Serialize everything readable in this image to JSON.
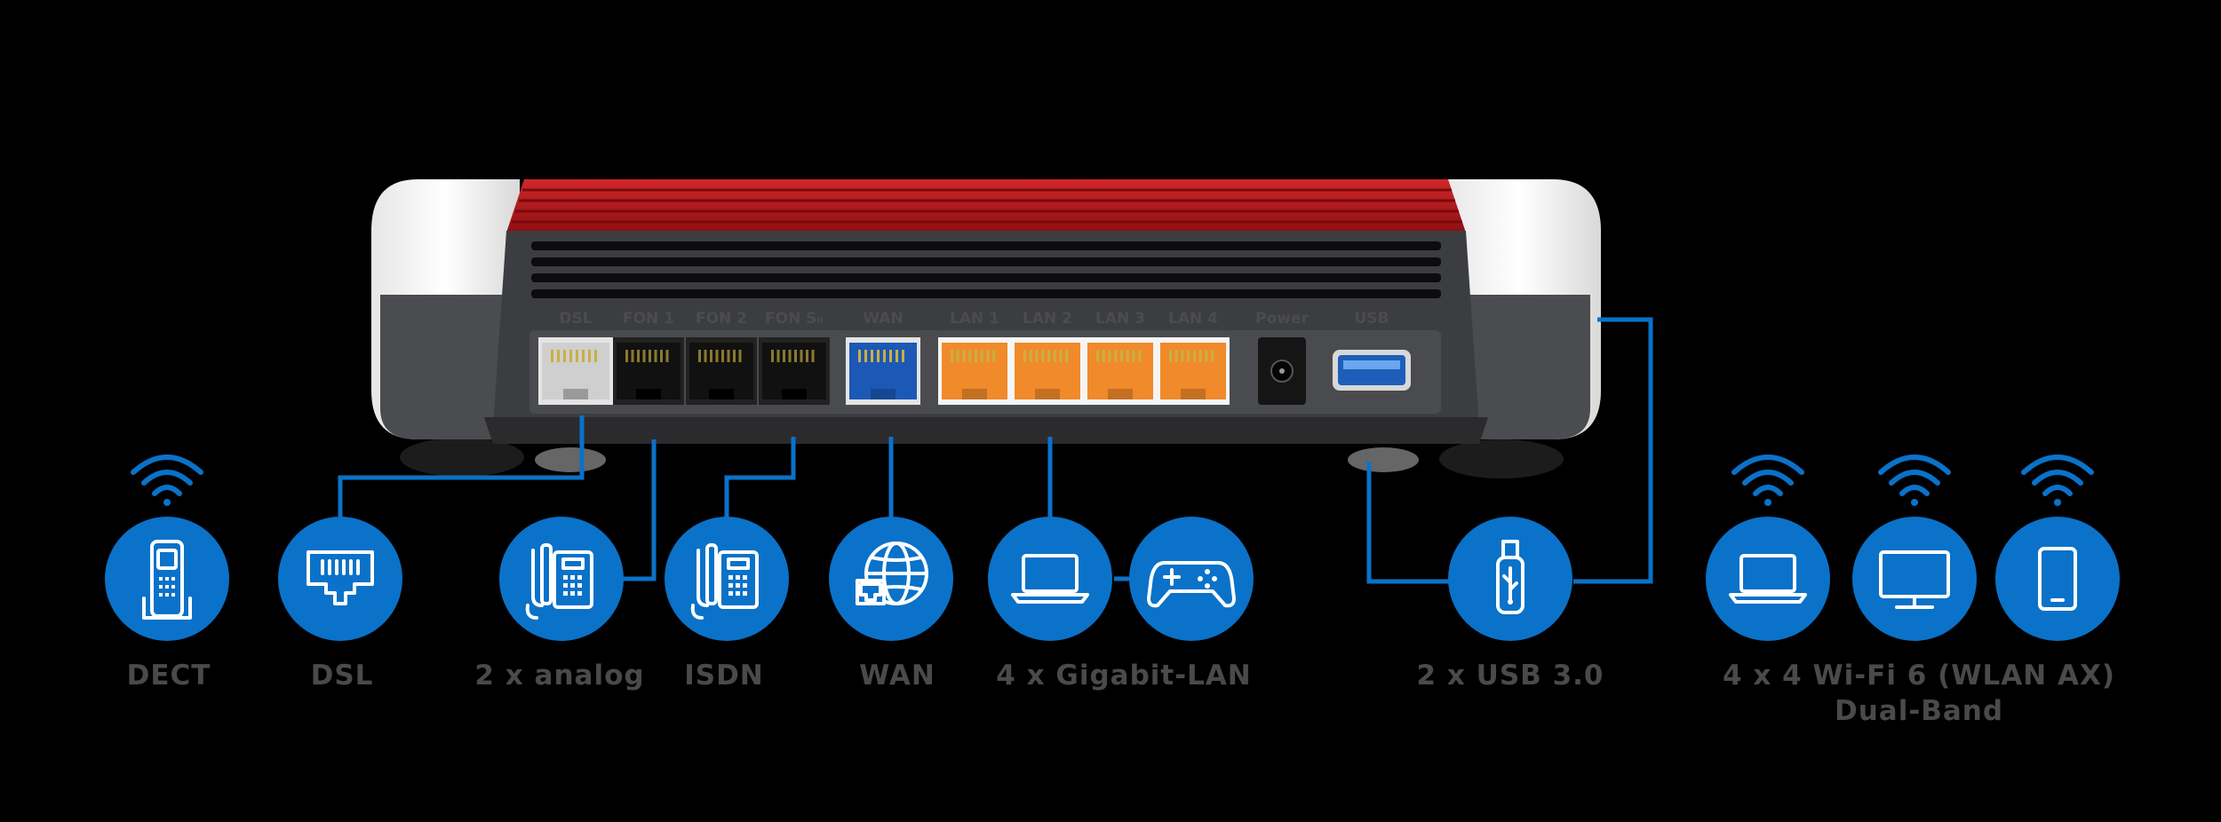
{
  "colors": {
    "background": "#000000",
    "accent_blue": "#0a72c9",
    "caption_gray": "#4a4a4a",
    "router_red": "#b5161a",
    "router_gray": "#3c3d40",
    "lan_orange": "#f08a2a"
  },
  "router": {
    "ports": [
      {
        "label": "DSL",
        "type": "dsl"
      },
      {
        "label": "FON 1",
        "type": "fon"
      },
      {
        "label": "FON 2",
        "type": "fon"
      },
      {
        "label": "FON S₀",
        "type": "fon"
      },
      {
        "label": "WAN",
        "type": "wan"
      },
      {
        "label": "LAN 1",
        "type": "lan"
      },
      {
        "label": "LAN 2",
        "type": "lan"
      },
      {
        "label": "LAN 3",
        "type": "lan"
      },
      {
        "label": "LAN 4",
        "type": "lan"
      },
      {
        "label": "Power",
        "type": "power"
      },
      {
        "label": "USB",
        "type": "usb"
      }
    ]
  },
  "features": [
    {
      "icon": "dect-phone-icon",
      "caption": "DECT",
      "wireless": true
    },
    {
      "icon": "dsl-port-icon",
      "caption": "DSL",
      "wireless": false
    },
    {
      "icon": "analog-phone-icon",
      "caption": "2 x analog",
      "wireless": false
    },
    {
      "icon": "isdn-phone-icon",
      "caption": "ISDN",
      "wireless": false
    },
    {
      "icon": "globe-icon",
      "caption": "WAN",
      "wireless": false
    },
    {
      "icon": "laptop-icon",
      "caption": "4 x Gigabit-LAN",
      "wireless": false
    },
    {
      "icon": "gamepad-icon",
      "caption": "",
      "wireless": false
    },
    {
      "icon": "usb-stick-icon",
      "caption": "2 x USB 3.0",
      "wireless": false
    },
    {
      "icon": "laptop-icon",
      "caption": "",
      "wireless": true
    },
    {
      "icon": "monitor-icon",
      "caption": "",
      "wireless": true
    },
    {
      "icon": "tablet-icon",
      "caption": "",
      "wireless": true
    }
  ],
  "wifi_caption": {
    "line1": "4 x 4 Wi-Fi 6 (WLAN AX)",
    "line2": "Dual-Band"
  }
}
